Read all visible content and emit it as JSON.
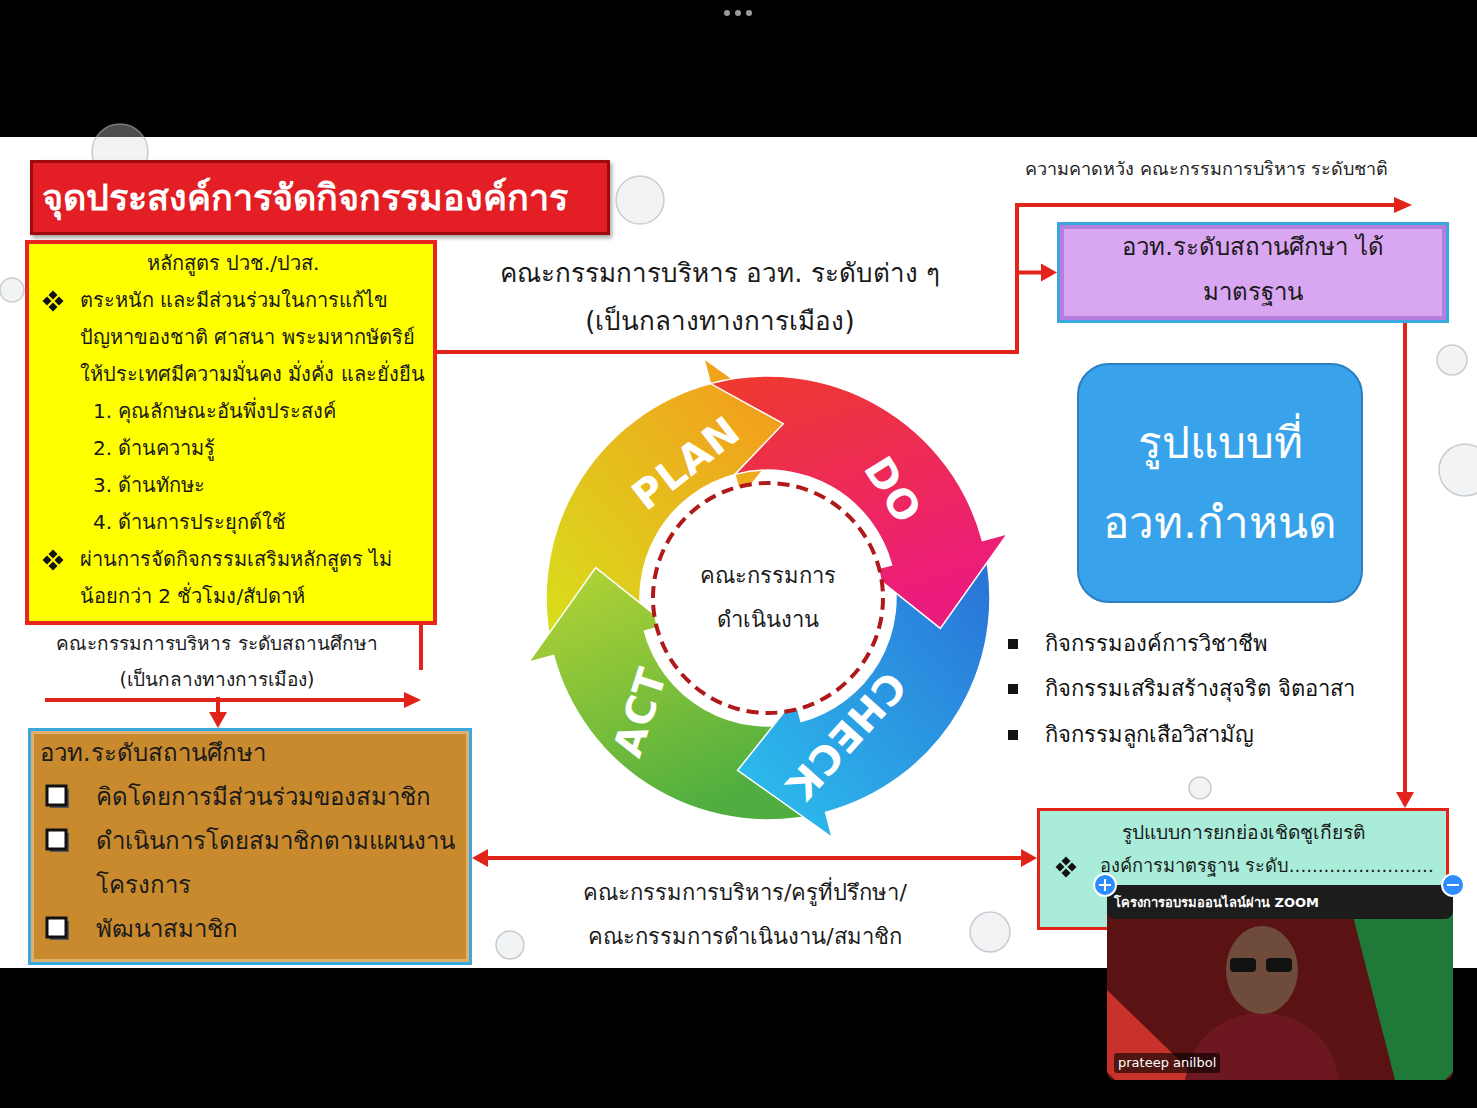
{
  "diagram": {
    "nodes": [
      {
        "text": [
          "จุดประสงค์การจัดกิจกรรมองค์การ"
        ]
      },
      {
        "text": [
          "หลักสูตร ปวช./ปวส.",
          "ตระหนัก และมีส่วนร่วมในการแก้ไข ปัญหาของชาติ ศาสนา พระมหากษัตริย์ ให้ประเทศมีความมั่นคง มั่งคั่ง และยั่งยืน",
          "1. คุณลักษณะอันพึ่งประสงค์",
          "2. ด้านความรู้",
          "3. ด้านทักษะ",
          "4. ด้านการประยุกต์ใช้",
          "ผ่านการจัดกิจกรรมเสริมหลักสูตร ไม่น้อยกว่า 2 ชั่วโมง/สัปดาห์"
        ]
      },
      {
        "text": [
          "อวท.ระดับสถานศึกษา ได้มาตรฐาน"
        ]
      },
      {
        "text": [
          "รูปแบบที่ อวท.กำหนด"
        ]
      },
      {
        "text": [
          "คณะกรรมการ ดำเนินงาน"
        ]
      },
      {
        "text": [
          "อวท.ระดับสถานศึกษา",
          "คิดโดยการมีส่วนร่วมของสมาชิก",
          "ดำเนินการโดยสมาชิกตามแผนงาน โครงการ",
          "พัฒนาสมาชิก"
        ]
      },
      {
        "text": [
          "รูปแบบการยกย่องเชิดชูเกียรติ",
          "องค์การมาตรฐาน ระดับ........................."
        ]
      }
    ],
    "edges": [
      {
        "from": 1,
        "to": 2,
        "arrow": "to",
        "label": "คณะกรรมการบริหาร อวท. ระดับต่าง ๆ (เป็นกลางทางการเมือง)"
      },
      {
        "from": 2,
        "to": 6,
        "arrow": "to"
      },
      {
        "from": 1,
        "to": 5,
        "arrow": "to",
        "label": "คณะกรรมการบริหาร ระดับสถานศึกษา (เป็นกลางทางการเมือง)"
      },
      {
        "from": 5,
        "to": 6,
        "arrow": "both",
        "label": "คณะกรรมการบริหาร/ครูที่ปรึกษา/ คณะกรรมการดำเนินงาน/สมาชิก"
      }
    ],
    "labels": [
      "ความคาดหวัง คณะกรรมการบริหาร ระดับชาติ",
      "PLAN",
      "DO",
      "CHECK",
      "ACT",
      "กิจกรรมองค์การวิชาชีพ",
      "กิจกรรมเสริมสร้างสุจริต จิตอาสา",
      "กิจกรรมลูกเสือวิสามัญ",
      "โครงการอบรมออนไลน์ผ่าน ZOOM",
      "prateep anilbol"
    ]
  }
}
